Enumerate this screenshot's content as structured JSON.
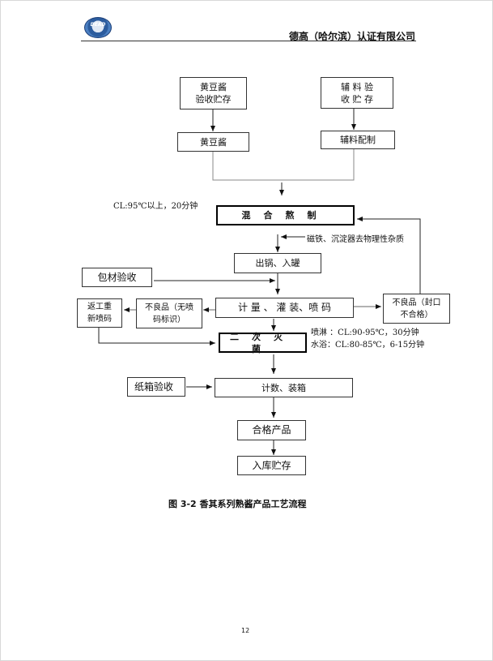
{
  "header": {
    "logo_text": "DEAD",
    "company": "德高（哈尔滨）认证有限公司"
  },
  "flowchart": {
    "soy_storage": {
      "line1": "黄豆酱",
      "line2": "验收贮存"
    },
    "aux_storage": {
      "line1": "辅 料 验",
      "line2": "收 贮 存"
    },
    "soy": "黄豆酱",
    "aux_prep": "辅料配制",
    "cooking_note": "CL:95℃以上，20分钟",
    "cooking": "混合熬制",
    "impurity_note": "磁铁、沉淀器去物理性杂质",
    "potting": "出锅、入罐",
    "packaging_inspection": "包材验收",
    "filling": "计 量 、 灌 装、喷 码",
    "defect_seal": {
      "line1": "不良品（封口",
      "line2": "不合格）"
    },
    "defect_code": {
      "line1": "不良品（无喷",
      "line2": "码标识）"
    },
    "rework": {
      "line1": "返工重",
      "line2": "新喷码"
    },
    "sterilization": "二次灭菌",
    "spray_note": "喷淋 ：CL:90-95℃，30分钟",
    "bath_note": "水浴：CL:80-85℃，6-15分钟",
    "carton_inspection": "纸箱验收",
    "counting_boxing": "计数、装箱",
    "qualified": "合格产品",
    "warehouse": "入库贮存"
  },
  "caption": "图 3-2   香其系列熟酱产品工艺流程",
  "page_number": "12"
}
